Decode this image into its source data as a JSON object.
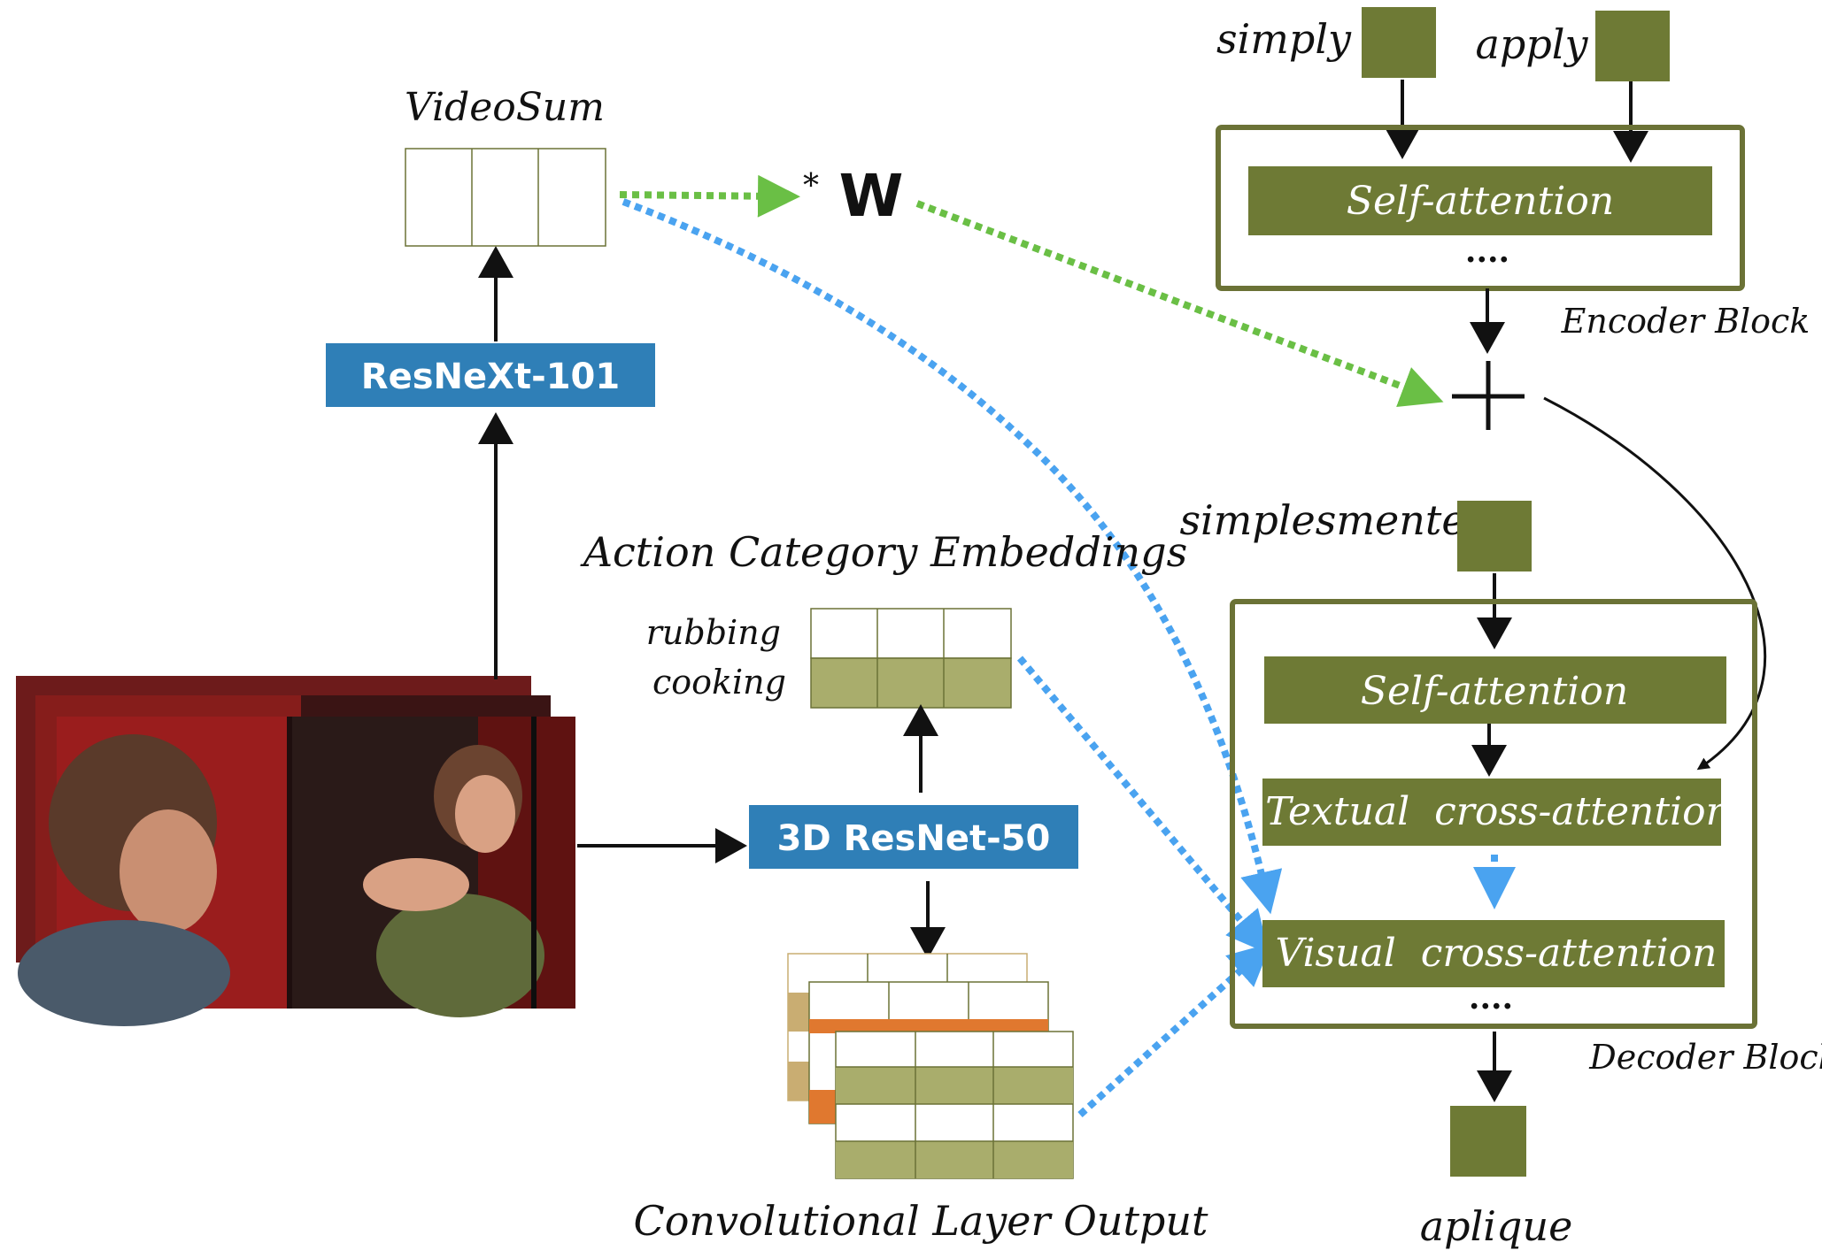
{
  "colors": {
    "olive": "#6e7a35",
    "olive_light": "#a9ad6c",
    "olive_border": "#6b7236",
    "blue_box": "#2f7fb7",
    "green_arrow": "#6abf45",
    "blue_arrow": "#4aa3f0",
    "orange": "#e0782f",
    "tan": "#c9ad72"
  },
  "labels": {
    "videosum": "VideoSum",
    "resnext": "ResNeXt-101",
    "resnet3d": "3D ResNet-50",
    "action_embeddings": "Action Category Embeddings",
    "rubbing": "rubbing",
    "cooking": "cooking",
    "conv_output": "Convolutional Layer Output",
    "multiply": "*",
    "weight": "W",
    "plus": "+",
    "simply": "simply",
    "apply": "apply",
    "encoder_self_attention": "Self-attention",
    "encoder_dots": "....",
    "encoder_block": "Encoder Block",
    "simplesmente": "simplesmente",
    "decoder_self_attention": "Self-attention",
    "textual_cross_attention": "Textual  cross-attention",
    "visual_cross_attention": "Visual  cross-attention",
    "decoder_dots": "....",
    "decoder_block": "Decoder Block",
    "aplique": "aplique"
  }
}
